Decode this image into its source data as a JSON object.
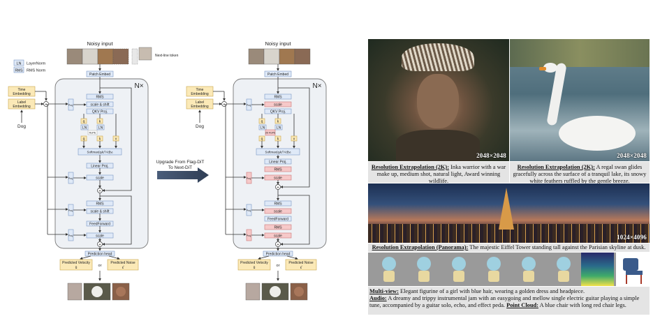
{
  "legend": {
    "ln_tag": "LN",
    "ln_text": "LayerNorm",
    "rms_tag": "RMS",
    "rms_text": "RMS Norm"
  },
  "left_diagram": {
    "noisy_input": "Noisy input",
    "next_line_token": "Next-line token",
    "patch_embed": "Patch Embed",
    "time_embedding": [
      "Time",
      "Embedding"
    ],
    "label_embedding": [
      "Label",
      "Embedding"
    ],
    "dog": "Dog",
    "nx": "N×",
    "rms": "RMS",
    "scale_shift": "scale & shift",
    "qkv_proj": "QKV Proj.",
    "q": "q",
    "k": "k",
    "v": "v",
    "rope": "RoPE",
    "ln": "LN",
    "softmax": "Softmax(qᵢkⱼᵀ/√d)vⱼ",
    "linear_proj": "Linear Proj.",
    "scale": "scale",
    "feedforward": "FeedForward",
    "prediction_head": "Prediction head",
    "predicted_velocity": [
      "Predicted Velocity",
      "û"
    ],
    "or": "or",
    "predicted_noise": [
      "Predicted Noise",
      "ε̂"
    ],
    "proj": "Proj."
  },
  "upgrade_arrow": {
    "line1": "Upgrade From Flag-DiT",
    "line2": "To Next-DiT"
  },
  "right_diagram": {
    "noisy_input": "Noisy input",
    "patch_embed": "Patch Embed",
    "time_embedding": [
      "Time",
      "Embedding"
    ],
    "label_embedding": [
      "Label",
      "Embedding"
    ],
    "dog": "Dog",
    "nx": "N×",
    "rms": "RMS",
    "scale": "scale",
    "qkv_proj": "QKV Proj.",
    "q": "q",
    "k": "k",
    "v": "v",
    "ln": "LN",
    "rope_2d": "2D RoPE",
    "softmax": "Softmax(qᵢkⱼᵀ/√d)vⱼ",
    "linear_proj": "Linear Proj.",
    "feedforward": "FeedForward",
    "prediction_head": "Prediction head",
    "predicted_velocity": [
      "Predicted Velocity",
      "û"
    ],
    "or": "or",
    "predicted_noise": [
      "Predicted Noise",
      "ε̂"
    ],
    "proj": "Proj."
  },
  "gallery": {
    "warrior_res": "2048×2048",
    "swan_res": "2048×2048",
    "caption1_title": "Resolution Extrapolation (2K):",
    "caption1_text": "Inka warrior with a war make up, medium shot, natural light, Award winning wildlife.",
    "caption2_title": "Resolution Extrapolation (2K):",
    "caption2_text": "A regal swan glides gracefully across the surface of a tranquil lake, its snowy white feathers ruffled by the gentle breeze.",
    "eiffel_res": "1024×4096",
    "caption3_title": "Resolution Extrapolation (Panorama):",
    "caption3_text": "The majestic Eiffel Tower standing tall against the Parisian skyline at dusk.",
    "multiview_title": "Multi-view:",
    "multiview_text": "Elegant figurine of a girl with blue hair, wearing a golden dress and headpiece.",
    "audio_title": "Audio:",
    "audio_text": "A dreamy and trippy instrumental jam with an easygoing and mellow single electric guitar playing a simple tune, accompanied by a guitar solo, echo, and effect peda.",
    "pointcloud_title": "Point Cloud:",
    "pointcloud_text": "A blue chair with long red chair legs."
  }
}
